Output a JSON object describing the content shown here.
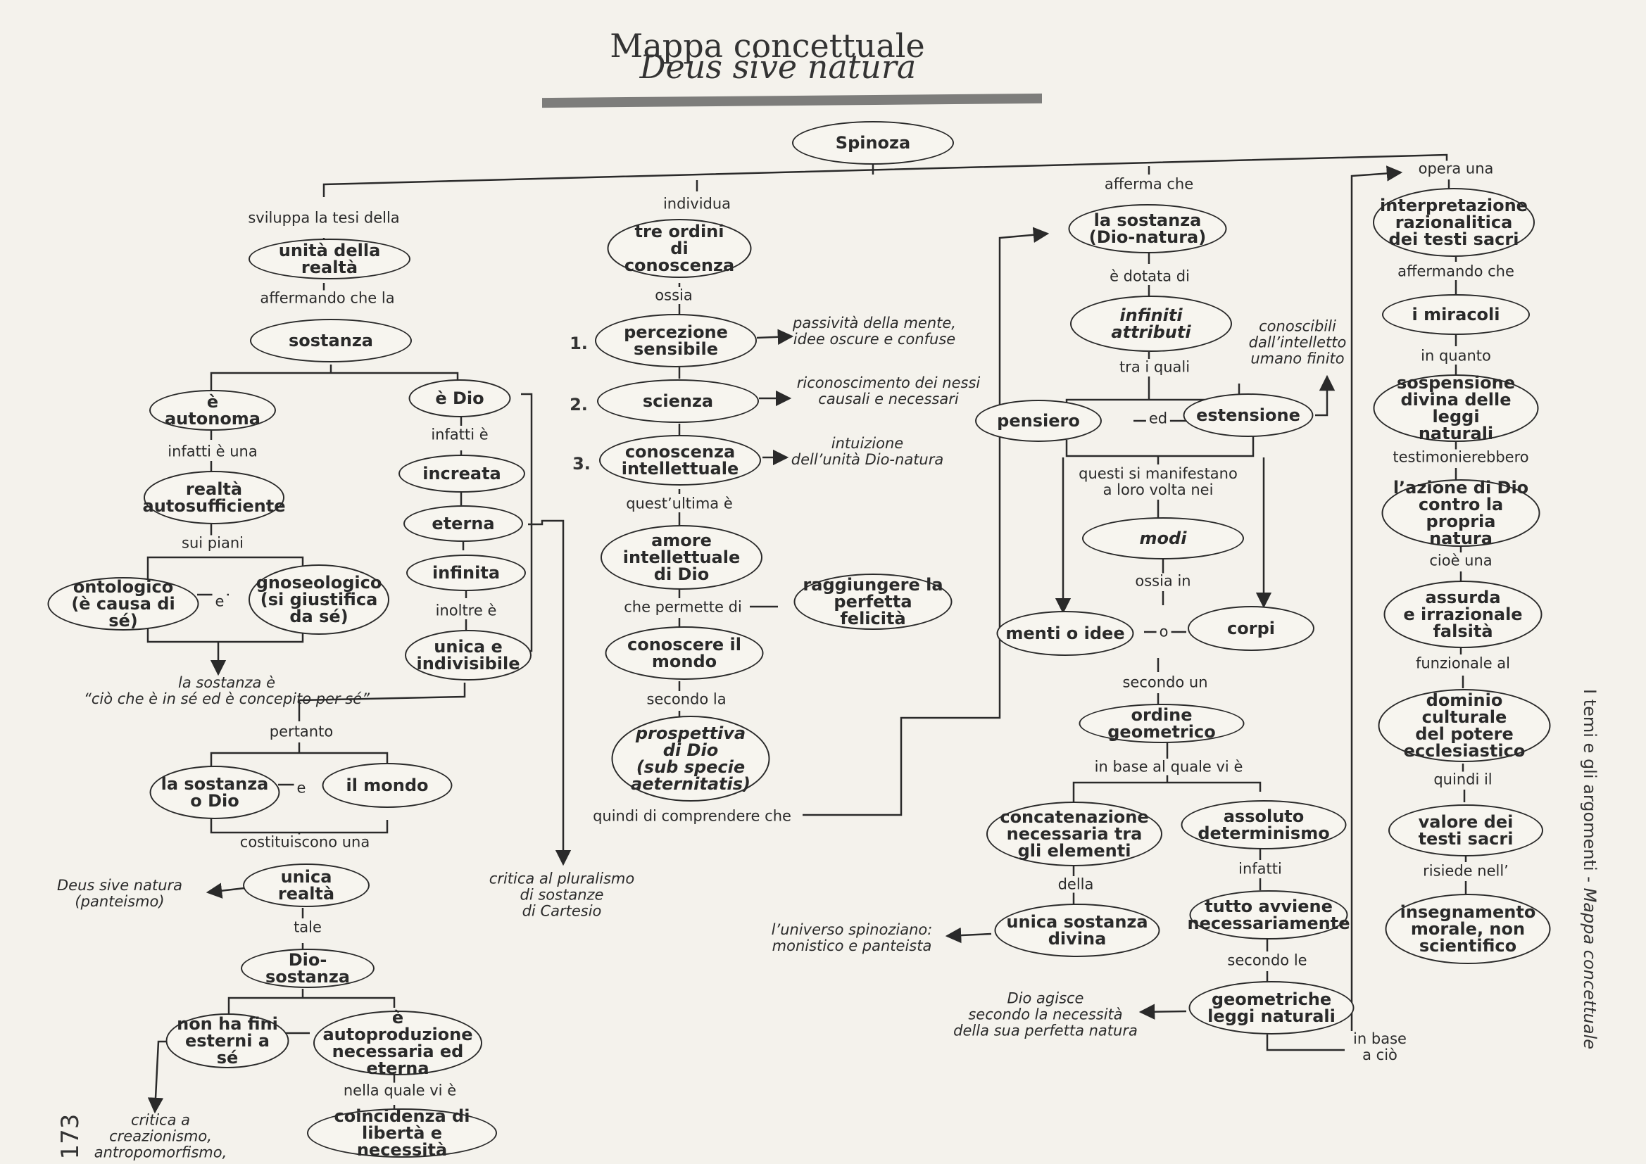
{
  "title": {
    "line1": "Mappa concettuale",
    "line2": "Deus sive natura"
  },
  "side_label": {
    "prefix": "I temi e gli argomenti - ",
    "italic": "Mappa concettuale"
  },
  "page_number": "173",
  "nodes": {
    "spinoza": "Spinoza",
    "unita": "unità della realtà",
    "sostanza": "sostanza",
    "autonoma": "è autonoma",
    "edio": "è Dio",
    "realta_auto": "realtà\nautosufficiente",
    "increata": "increata",
    "eterna": "eterna",
    "infinita": "infinita",
    "unica_indiv": "unica e\nindivisibile",
    "ontologico": "ontologico\n(è causa di sé)",
    "gnoseologico": "gnoseologico\n(si giustifica\nda sé)",
    "sost_dio": "la sostanza\no Dio",
    "mondo": "il mondo",
    "unica_realta": "unica realtà",
    "dio_sostanza": "Dio-sostanza",
    "fini_esterni": "non ha fini\nesterni a sé",
    "autoproduzione": "è autoproduzione\nnecessaria ed\neterna",
    "coincidenza": "coincidenza di\nlibertà e necessità",
    "tre_ordini": "tre ordini\ndi conoscenza",
    "percezione": "percezione\nsensibile",
    "scienza": "scienza",
    "conoscenza_int": "conoscenza\nintellettuale",
    "amore": "amore\nintellettuale\ndi Dio",
    "raggiungere": "raggiungere la\nperfetta felicità",
    "conoscere": "conoscere il\nmondo",
    "prospettiva": "prospettiva\ndi Dio\n(sub specie\naeternitatis)",
    "sost_dionat": "la sostanza\n(Dio-natura)",
    "attributi": "infiniti\nattributi",
    "pensiero": "pensiero",
    "estensione": "estensione",
    "modi": "modi",
    "menti": "menti o idee",
    "corpi": "corpi",
    "ordine_geo": "ordine geometrico",
    "concatenazione": "concatenazione\nnecessaria tra\ngli elementi",
    "determinismo": "assoluto\ndeterminismo",
    "unica_sost_div": "unica sostanza\ndivina",
    "tutto_avviene": "tutto avviene\nnecessariamente",
    "leggi_nat": "geometriche\nleggi naturali",
    "interpretazione": "interpretazione\nrazionalitica\ndei testi sacri",
    "miracoli": "i miracoli",
    "sospensione": "sospensione\ndivina delle leggi\nnaturali",
    "azione": "l’azione di Dio\ncontro la propria\nnatura",
    "falsita": "assurda\ne irrazionale\nfalsità",
    "dominio": "dominio culturale\ndel potere\necclesiastico",
    "valore": "valore dei\ntesti sacri",
    "insegnamento": "insegnamento\nmorale, non\nscientifico"
  },
  "labels": {
    "sviluppa": "sviluppa la tesi della",
    "individua": "individua",
    "afferma": "afferma che",
    "opera": "opera una",
    "affermando_la": "affermando che la",
    "infatti_una": "infatti è una",
    "infatti_e": "infatti è",
    "sui_piani": "sui piani",
    "e1": "e",
    "inoltre": "inoltre è",
    "pertanto": "pertanto",
    "e2": "e",
    "costituiscono": "costituiscono una",
    "tale": "tale",
    "nella_quale": "nella quale vi è",
    "ossia1": "ossia",
    "questultima": "quest’ultima è",
    "che_permette": "che permette di",
    "secondo_la": "secondo la",
    "quindi_comprendere": "quindi di comprendere che",
    "dotata": "è dotata di",
    "tra_quali": "tra i quali",
    "ed": "ed",
    "manifestano": "questi si manifestano\na loro volta nei",
    "ossia_in": "ossia in",
    "o": "o",
    "secondo_un": "secondo un",
    "in_base_al": "in base al quale vi è",
    "della": "della",
    "infatti2": "infatti",
    "secondo_le": "secondo le",
    "in_base_cio": "in base\na ciò",
    "affermando_che": "affermando che",
    "in_quanto": "in quanto",
    "testimonierebbero": "testimonierebbero",
    "cioe_una": "cioè una",
    "funzionale": "funzionale al",
    "quindi_il": "quindi il",
    "risiede": "risiede nell’"
  },
  "notes": {
    "sostanza_def": "la sostanza è\n“ciò che è in sé ed è concepito per sé”",
    "deus_sive": "Deus sive natura\n(panteismo)",
    "critica_cartesio": "critica al pluralismo\ndi sostanze\ndi Cartesio",
    "critica_creaz": "critica a\ncreazionismo,\nantropomorfismo,",
    "passivita": "passività della mente,\nidee oscure e confuse",
    "riconoscimento": "riconoscimento dei nessi\ncausali e necessari",
    "intuizione": "intuizione\ndell’unità Dio-natura",
    "conoscibili": "conoscibili\ndall’intelletto\numano finito",
    "universo": "l’universo spinoziano:\nmonistico e panteista",
    "dio_agisce": "Dio agisce\nsecondo la necessità\ndella sua perfetta natura"
  },
  "numbers": {
    "n1": "1.",
    "n2": "2.",
    "n3": "3."
  }
}
